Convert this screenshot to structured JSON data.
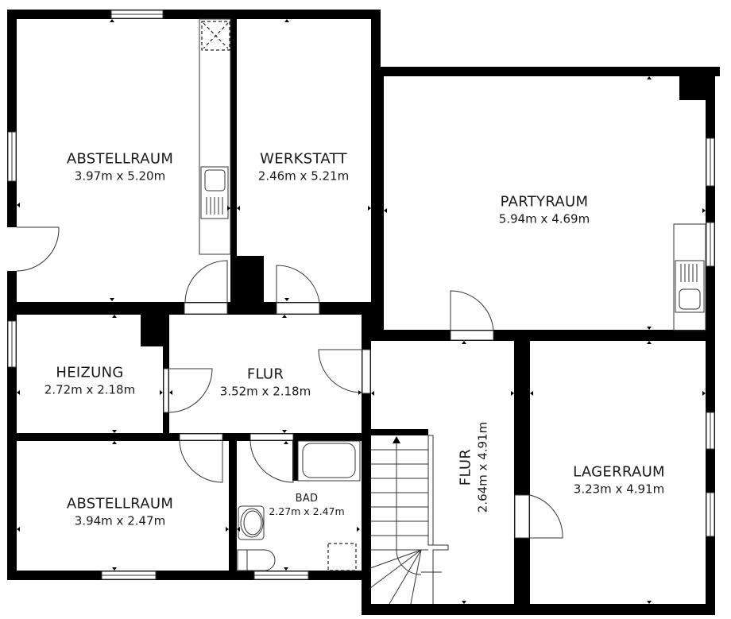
{
  "plan": {
    "type": "floor-plan",
    "colors": {
      "wall": "#000000",
      "floor": "#ffffff",
      "fixture_line": "#333333",
      "text": "#1a1a1a"
    },
    "rooms": [
      {
        "id": "abstellraum-top",
        "name": "ABSTELLRAUM",
        "dimensions": "3.97m x 5.20m"
      },
      {
        "id": "werkstatt",
        "name": "WERKSTATT",
        "dimensions": "2.46m x 5.21m"
      },
      {
        "id": "partyraum",
        "name": "PARTYRAUM",
        "dimensions": "5.94m x 4.69m"
      },
      {
        "id": "heizung",
        "name": "HEIZUNG",
        "dimensions": "2.72m x 2.18m"
      },
      {
        "id": "flur-middle",
        "name": "FLUR",
        "dimensions": "3.52m x 2.18m"
      },
      {
        "id": "abstellraum-bottom",
        "name": "ABSTELLRAUM",
        "dimensions": "3.94m x 2.47m"
      },
      {
        "id": "bad",
        "name": "BAD",
        "dimensions": "2.27m x 2.47m"
      },
      {
        "id": "flur-right",
        "name": "FLUR",
        "dimensions": "2.64m x 4.91m"
      },
      {
        "id": "lagerraum",
        "name": "LAGERRAUM",
        "dimensions": "3.23m x 4.91m"
      }
    ],
    "fixtures": [
      "sink-icon",
      "sink-icon",
      "bathtub-icon",
      "toilet-icon",
      "washbasin-icon",
      "shower-tray-icon",
      "chimney-shaft-icon",
      "staircase-icon"
    ]
  }
}
